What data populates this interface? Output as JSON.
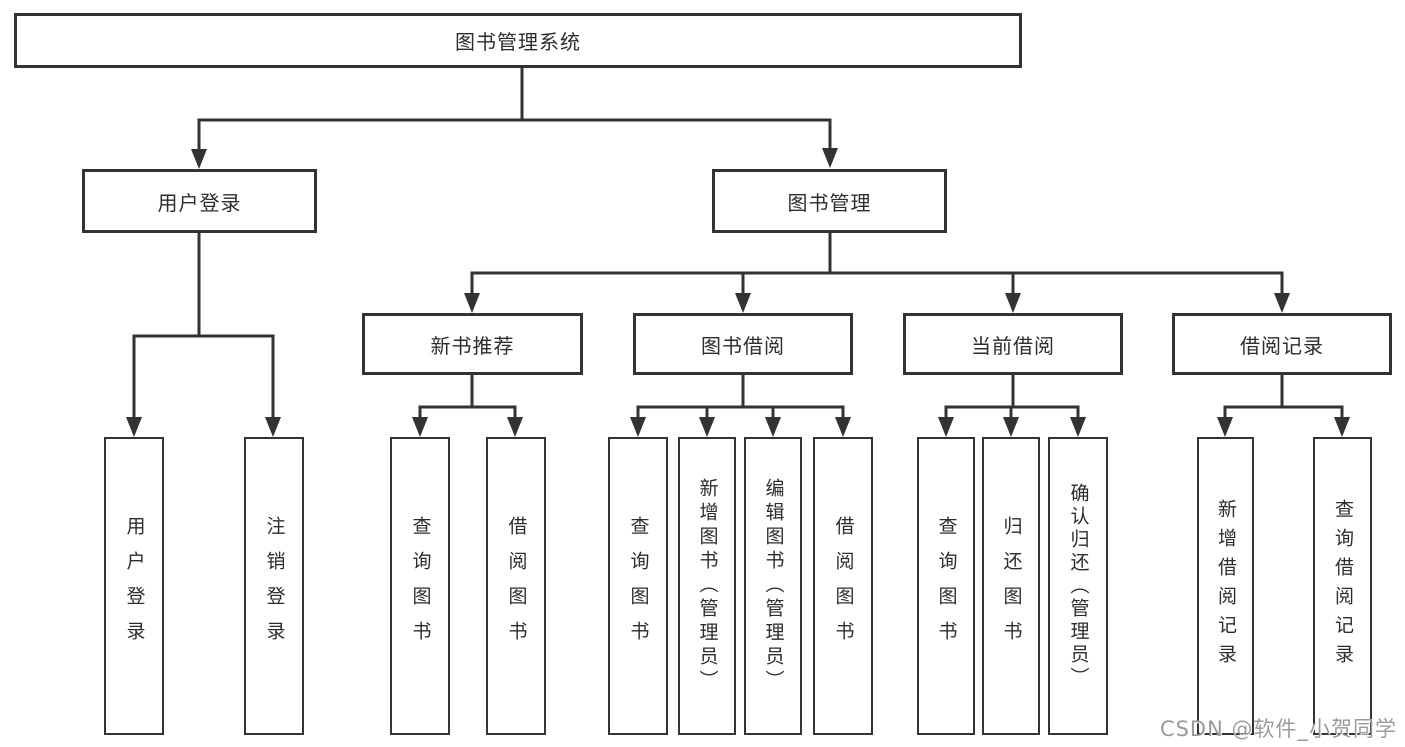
{
  "tree": {
    "root": "图书管理系统",
    "children": [
      {
        "label": "用户登录",
        "children": [
          "用户登录",
          "注销登录"
        ]
      },
      {
        "label": "图书管理",
        "children": [
          {
            "label": "新书推荐",
            "children": [
              "查询图书",
              "借阅图书"
            ]
          },
          {
            "label": "图书借阅",
            "children": [
              "查询图书",
              "新增图书（管理员）",
              "编辑图书（管理员）",
              "借阅图书"
            ]
          },
          {
            "label": "当前借阅",
            "children": [
              "查询图书",
              "归还图书",
              "确认归还（管理员）"
            ]
          },
          {
            "label": "借阅记录",
            "children": [
              "新增借阅记录",
              "查询借阅记录"
            ]
          }
        ]
      }
    ]
  },
  "watermark": {
    "text": "CSDN @软件_小贺同学"
  },
  "colors": {
    "background": "#ffffff",
    "box_border": "#333333",
    "connector_line": "#333333",
    "text": "#2d2d2d",
    "watermark_text": "#9b9b9b"
  }
}
